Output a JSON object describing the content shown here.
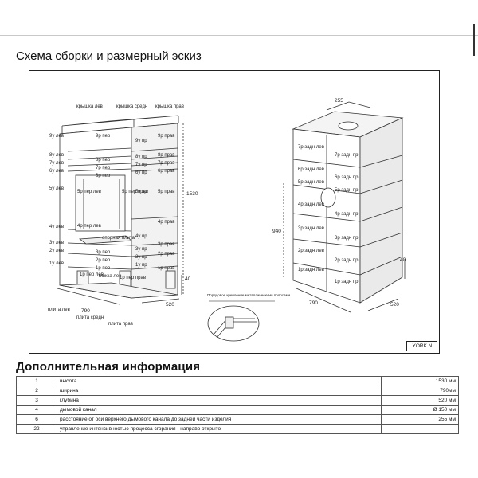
{
  "title": "Схема сборки и размерный эскиз",
  "model": "YORK N",
  "front_labels": {
    "top": [
      "крышка лев",
      "крышка средн",
      "крышка прав"
    ],
    "left": [
      "9у лев",
      "8у лев",
      "7у лев",
      "6у лев",
      "5у лев",
      "4у лев",
      "3у лев",
      "2у лев",
      "1у лев"
    ],
    "center": [
      "9р пер",
      "8р пер",
      "7р пер",
      "6р пер",
      "5р пер лев",
      "5р пер прав",
      "4р пер лев",
      "опорная плита",
      "3р пер",
      "2р пер",
      "1р пер",
      "ножка лев",
      "1р пер лев",
      "1р пер прав"
    ],
    "right_inner": [
      "9у пр",
      "8у пр",
      "7у пр",
      "6у пр",
      "5у пр",
      "4у пр",
      "3у пр",
      "2у пр",
      "1у пр"
    ],
    "right": [
      "9р прав",
      "8р прав",
      "7р прав",
      "6р прав",
      "5р прав",
      "4р прав",
      "3р прав",
      "2р прав",
      "1р прав"
    ],
    "plates": [
      "плита лев",
      "плита средн",
      "плита прав"
    ]
  },
  "back_labels": [
    "7р задн лев",
    "7р задн пр",
    "6р задн лев",
    "6р задн пр",
    "5р задн лев",
    "5р задн пр",
    "4р задн лев",
    "4р задн пр",
    "3р задн лев",
    "3р задн пр",
    "2р задн лев",
    "2р задн пр",
    "1р задн лев",
    "1р задн пр"
  ],
  "dimensions": {
    "height": "1530",
    "width": "790",
    "depth": "520",
    "leg": "40",
    "flue_offset": "255",
    "flue_height": "940"
  },
  "detail_note": "Порядовое крепление металлическими полосами",
  "section_title": "Дополнительная информация",
  "info_rows": [
    {
      "n": "1",
      "label": "высота",
      "value": "1530 мм"
    },
    {
      "n": "2",
      "label": "ширина",
      "value": "790мм"
    },
    {
      "n": "3",
      "label": "глубина",
      "value": "520 мм"
    },
    {
      "n": "4",
      "label": "дымовой канал",
      "value": "Ø 150 мм"
    },
    {
      "n": "6",
      "label": "расстояние от оси верхнего дымового канала до задней части изделия",
      "value": "255 мм"
    },
    {
      "n": "22",
      "label": "управление интенсивностью процесса сгорания - направо открыто",
      "value": ""
    }
  ]
}
